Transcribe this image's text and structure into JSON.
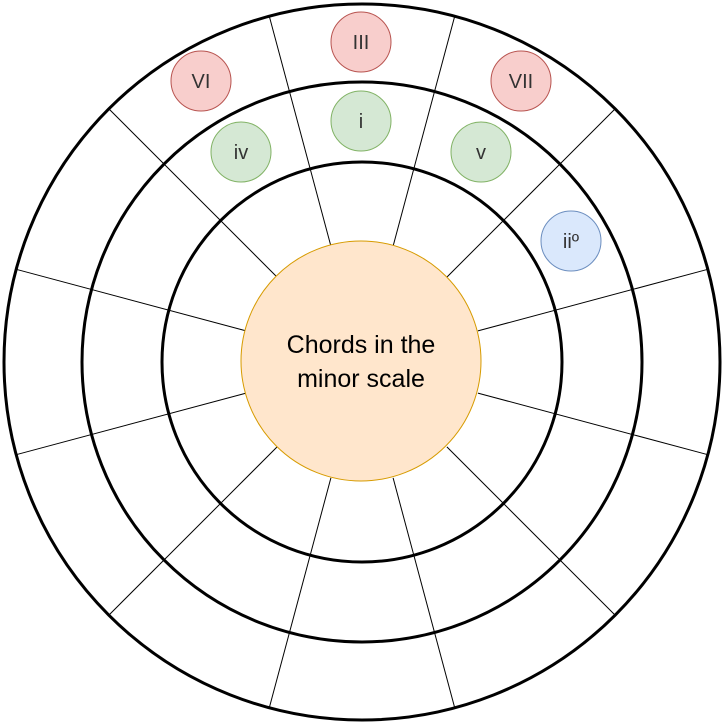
{
  "center": {
    "line1": "Chords in the",
    "line2": "minor scale",
    "fill": "#ffe6cc",
    "stroke": "#d79b00"
  },
  "palette": {
    "red": {
      "fill": "#f8cecc",
      "stroke": "#b85450"
    },
    "green": {
      "fill": "#d5e8d4",
      "stroke": "#82b366"
    },
    "blue": {
      "fill": "#dae8fc",
      "stroke": "#6c8ebf"
    }
  },
  "chords": [
    {
      "id": "III",
      "label": "III",
      "color": "red"
    },
    {
      "id": "VI",
      "label": "VI",
      "color": "red"
    },
    {
      "id": "VII",
      "label": "VII",
      "color": "red"
    },
    {
      "id": "i",
      "label": "i",
      "color": "green"
    },
    {
      "id": "iv",
      "label": "iv",
      "color": "green"
    },
    {
      "id": "v",
      "label": "v",
      "color": "green"
    },
    {
      "id": "iio",
      "label": "iiº",
      "color": "blue"
    }
  ]
}
